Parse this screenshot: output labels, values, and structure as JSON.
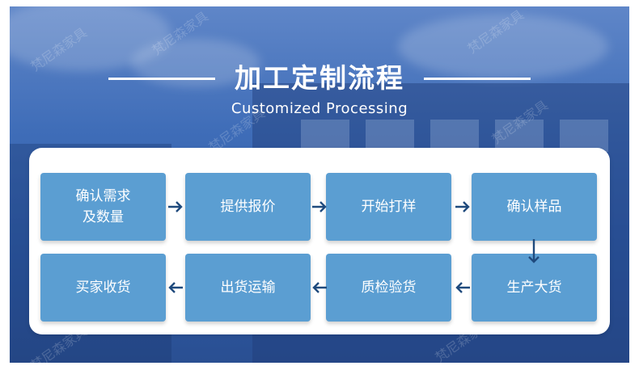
{
  "title": "加工定制流程",
  "subtitle": "Customized Processing",
  "watermark": "梵尼森家具",
  "steps": [
    {
      "label": "确认需求\n及数量"
    },
    {
      "label": "提供报价"
    },
    {
      "label": "开始打样"
    },
    {
      "label": "确认样品"
    },
    {
      "label": "生产大货"
    },
    {
      "label": "质检验货"
    },
    {
      "label": "出货运输"
    },
    {
      "label": "买家收货"
    }
  ],
  "colors": {
    "banner_blue": "#3f6db8",
    "step_fill": "#5b9ed2",
    "arrow": "#1f4a7d",
    "panel": "#ffffff"
  }
}
